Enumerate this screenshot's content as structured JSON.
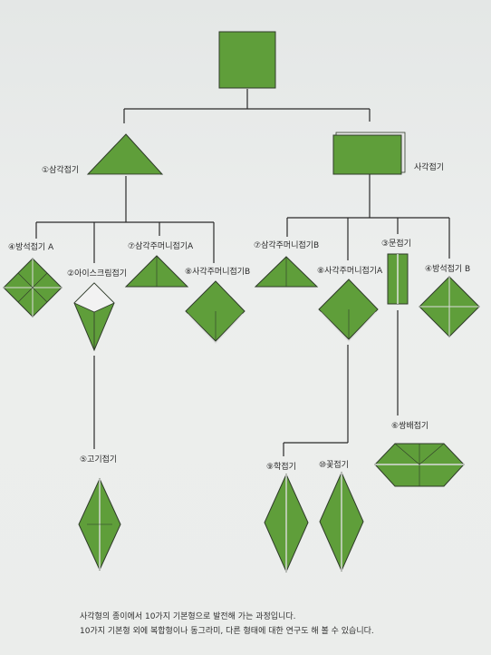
{
  "labels": {
    "square": "사각접기",
    "triangle": "①삼각접기",
    "bangseok_a": "④방석접기 A",
    "icecream": "②아이스크림접기",
    "pouch_a_left": "⑦삼각주머니접기A",
    "pouch_b_left": "⑧사각주머니접기B",
    "pouch_b_right": "⑦삼각주머니접기B",
    "pouch_a_right": "⑧사각주머니접기A",
    "door": "③문접기",
    "bangseok_b": "④방석접기 B",
    "fish": "⑤고기접기",
    "boat": "⑥쌍배접기",
    "crane": "⑨학접기",
    "flower": "⑩꽃접기"
  },
  "caption": {
    "line1": "사각형의 종이에서 10가지 기본형으로 발전해 가는 과정입니다.",
    "line2": "10가지 기본형 외에 복합형이나 동그라미, 다른 형태에 대한 연구도 해 볼 수 있습니다."
  },
  "colors": {
    "paper_green": "#5f9e3a",
    "edge": "#2f3b2a",
    "line": "#2a2a2a",
    "white_side": "#f2f2f2"
  }
}
